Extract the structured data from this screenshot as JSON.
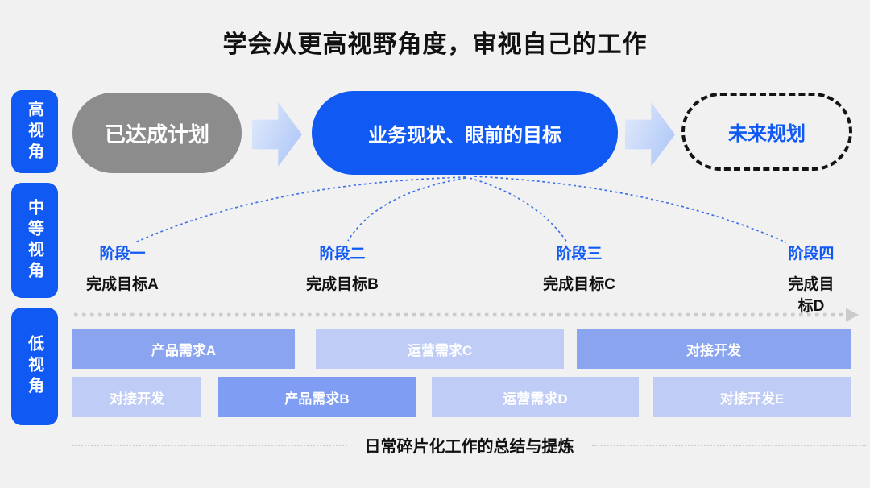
{
  "title": "学会从更高视野角度，审视自己的工作",
  "colors": {
    "accent": "#1159F3",
    "gray_node": "#8C8C8C",
    "bar_medium": "#8BA4EF",
    "bar_strong": "#7E9DF3",
    "bar_light": "#BFCCF6",
    "curve_blue": "#2B63E8",
    "timeline_gray": "#CBCBCB"
  },
  "perspectives": [
    {
      "label": "高视角"
    },
    {
      "label": "中等视角"
    },
    {
      "label": "低视角"
    }
  ],
  "flow": {
    "past_label": "已达成计划",
    "present_label": "业务现状、眼前的目标",
    "future_label": "未来规划"
  },
  "stages": [
    {
      "name": "阶段一",
      "goal": "完成目标A"
    },
    {
      "name": "阶段二",
      "goal": "完成目标B"
    },
    {
      "name": "阶段三",
      "goal": "完成目标C"
    },
    {
      "name": "阶段四",
      "goal": "完成目标D"
    }
  ],
  "tasks": {
    "row1": [
      {
        "label": "产品需求A"
      },
      {
        "label": "运营需求C"
      },
      {
        "label": "对接开发"
      }
    ],
    "row2": [
      {
        "label": "对接开发"
      },
      {
        "label": "产品需求B"
      },
      {
        "label": "运营需求D"
      },
      {
        "label": "对接开发E"
      }
    ]
  },
  "footer_caption": "日常碎片化工作的总结与提炼"
}
